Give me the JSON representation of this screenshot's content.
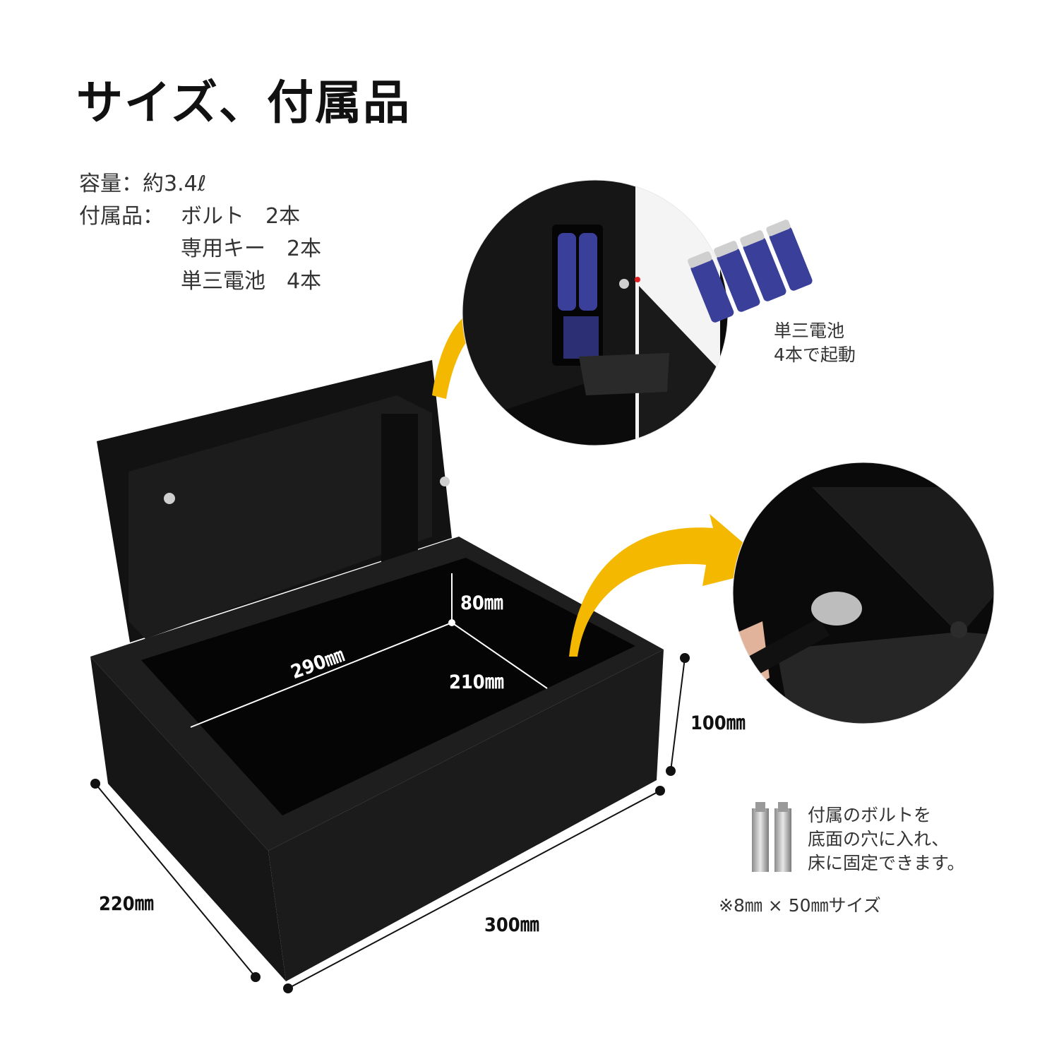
{
  "title": "サイズ、付属品",
  "specs": {
    "capacity_label": "容量：",
    "capacity_value": "約3.4ℓ",
    "accessories_label": "付属品：",
    "accessories": [
      "ボルト　2本",
      "専用キー　2本",
      "単三電池　4本"
    ]
  },
  "dimensions": {
    "interior_height": "80㎜",
    "interior_width": "290㎜",
    "interior_depth": "210㎜",
    "exterior_height": "100㎜",
    "exterior_depth": "220㎜",
    "exterior_width": "300㎜"
  },
  "battery_note": "単三電池\n4本で起動",
  "bolt_note": "付属のボルトを\n底面の穴に入れ、\n床に固定できます。",
  "bolt_size_note": "※8㎜ × 50㎜サイズ",
  "colors": {
    "arrow": "#f5b800",
    "safe": "#151515",
    "battery": "#3a3f9a"
  }
}
